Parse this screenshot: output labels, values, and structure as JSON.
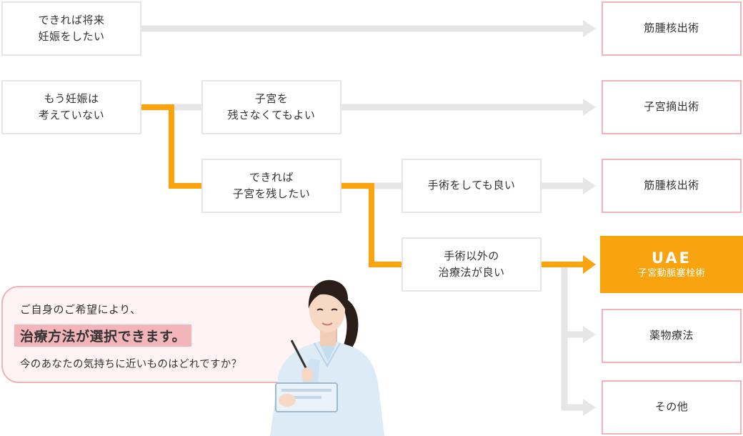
{
  "flow": {
    "q1": {
      "line1": "できれば将来",
      "line2": "妊娠をしたい"
    },
    "q2": {
      "line1": "もう妊娠は",
      "line2": "考えていない"
    },
    "q3": {
      "line1": "子宮を",
      "line2": "残さなくてもよい"
    },
    "q4": {
      "line1": "できれば",
      "line2": "子宮を残したい"
    },
    "q5": {
      "label": "手術をしても良い"
    },
    "q6": {
      "line1": "手術以外の",
      "line2": "治療法が良い"
    }
  },
  "results": {
    "r1": "筋腫核出術",
    "r2": "子宮摘出術",
    "r3": "筋腫核出術",
    "r4": {
      "title": "UAE",
      "subtitle": "子宮動脈塞栓術"
    },
    "r5": "薬物療法",
    "r6": "その他"
  },
  "speech": {
    "line1": "ご自身のご希望により、",
    "highlight": "治療方法が選択できます。",
    "line3": "今のあなたの気持ちに近いものはどれですか？"
  },
  "colors": {
    "path_highlight": "#f9a40e",
    "path_default": "#e6e6e6",
    "result_border": "#f1b3b7",
    "speech_bg": "#fff3f4"
  }
}
